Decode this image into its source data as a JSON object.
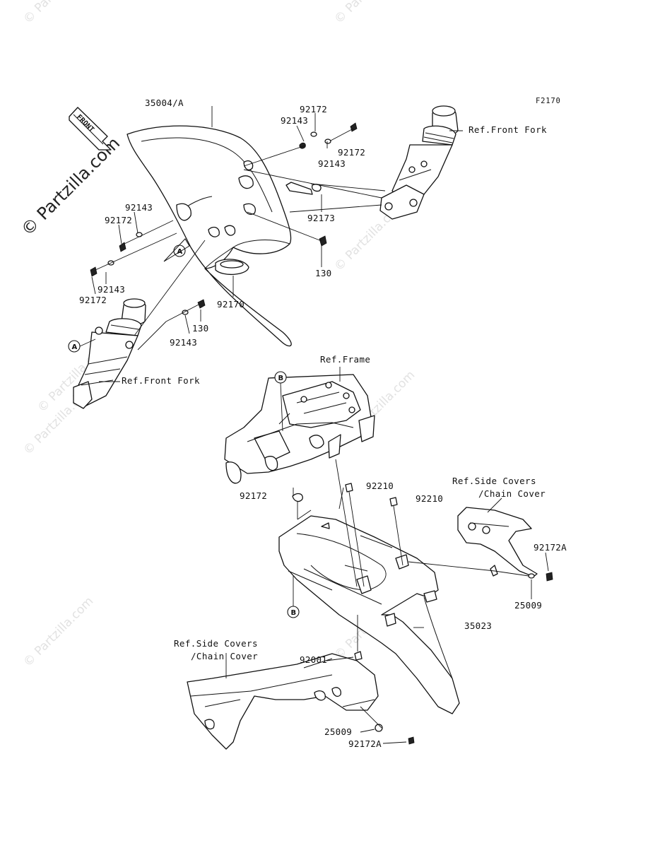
{
  "diagram_code": "F2170",
  "front_marker": "FRONT",
  "watermark": "© Partzilla.com",
  "callouts": [
    "A",
    "A",
    "B",
    "B"
  ],
  "labels": {
    "front_fender": "35004/A",
    "bolt_top_1": "92172",
    "washer_top_1": "92143",
    "bolt_top_2": "92172",
    "washer_top_2": "92143",
    "clamp": "92173",
    "bolt_130_top": "130",
    "washer_left_top": "92143",
    "bolt_left_top": "92172",
    "washer_left_bottom": "92143",
    "bolt_left_bottom": "92172",
    "grommet": "92170",
    "bolt_130_bottom": "130",
    "washer_bottom": "92143",
    "ref_front_fork_right": "Ref.Front Fork",
    "ref_front_fork_left": "Ref.Front Fork",
    "ref_frame": "Ref.Frame",
    "bolt_frame": "92172",
    "nut_1": "92210",
    "nut_2": "92210",
    "ref_side_covers_right_1": "Ref.Side Covers",
    "ref_side_covers_right_2": "/Chain Cover",
    "bolt_right": "92172A",
    "washer_right": "25009",
    "rear_fender": "35023",
    "nut_bottom": "92001",
    "ref_side_covers_left_1": "Ref.Side Covers",
    "ref_side_covers_left_2": "/Chain Cover",
    "washer_bottom_right": "25009",
    "bolt_bottom_right": "92172A"
  }
}
